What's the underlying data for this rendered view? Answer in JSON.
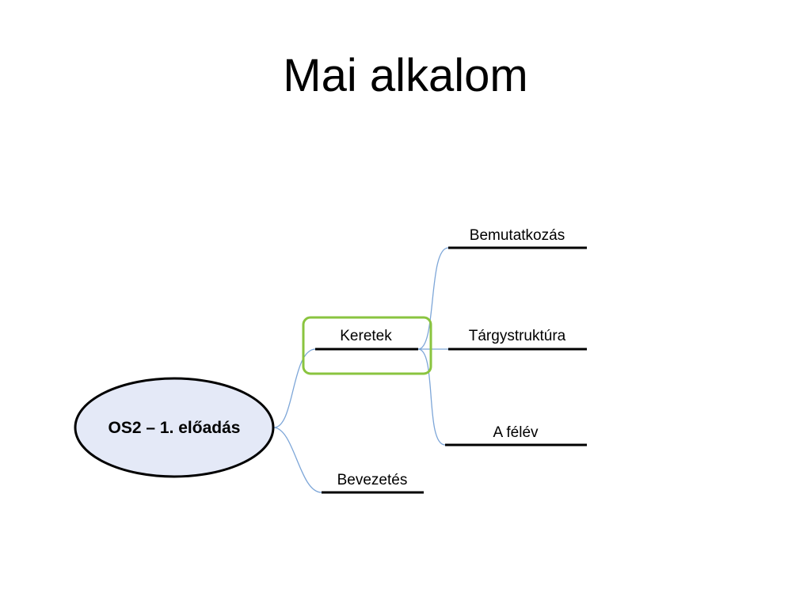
{
  "slide": {
    "title": "Mai alkalom"
  },
  "mindmap": {
    "central": {
      "label": "OS2 – 1. előadás",
      "fill": "#e4e9f7"
    },
    "highlight_color": "#8ac43f",
    "branches": [
      {
        "label": "Keretek",
        "highlighted": true,
        "children": [
          {
            "label": "Bemutatkozás"
          },
          {
            "label": "Tárgystruktúra"
          },
          {
            "label": "A félév"
          }
        ]
      },
      {
        "label": "Bevezetés",
        "highlighted": false,
        "children": []
      }
    ]
  }
}
